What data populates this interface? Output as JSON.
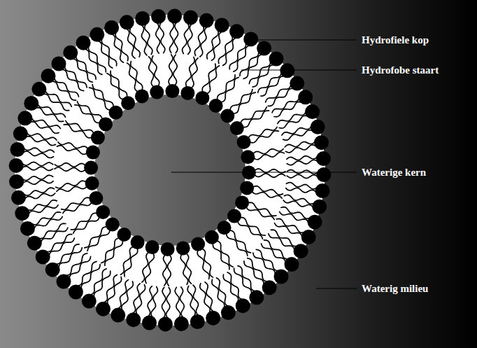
{
  "diagram": {
    "labels": [
      "Hydrofiele kop",
      "Hydrofobe staart",
      "Waterige kern",
      "Waterig milieu"
    ]
  }
}
